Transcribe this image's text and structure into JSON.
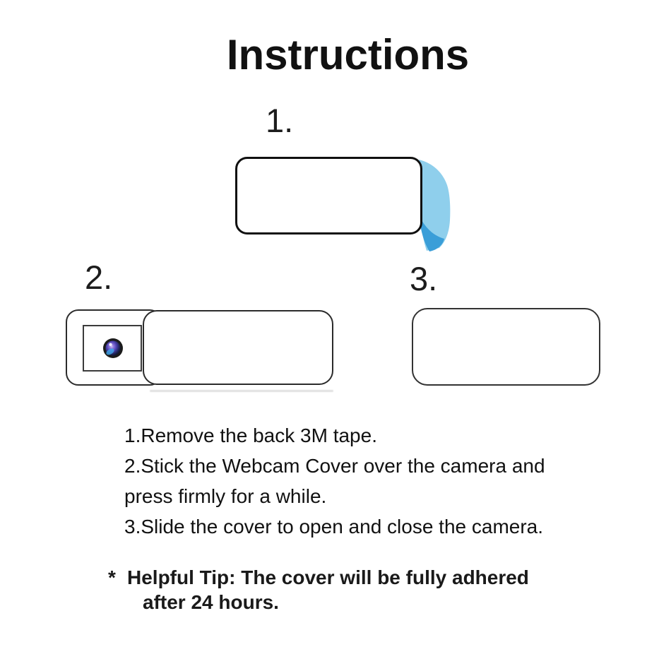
{
  "page": {
    "title": "Instructions",
    "background": "#ffffff"
  },
  "steps": [
    {
      "number": "1.",
      "graphic": "webcam-cover-with-3m-tape-peeling"
    },
    {
      "number": "2.",
      "graphic": "webcam-cover-open-showing-camera-lens"
    },
    {
      "number": "3.",
      "graphic": "webcam-cover-closed"
    }
  ],
  "instructions": {
    "lines": [
      "1.Remove the back 3M tape.",
      "2.Stick the Webcam Cover over the camera and",
      "press firmly for a while.",
      "3.Slide the cover to open and close the camera."
    ]
  },
  "tip": {
    "marker": "*",
    "line1": "Helpful Tip: The cover will be fully adhered",
    "line2": "after 24 hours."
  },
  "colors": {
    "outline": "#1a1a1a",
    "tape_light": "#8fcfec",
    "tape_fold": "#3a9ed8",
    "lens_ring": "#1b1b1b",
    "lens_blue": "#3fa9ea",
    "lens_purple": "#7a5fd0"
  }
}
